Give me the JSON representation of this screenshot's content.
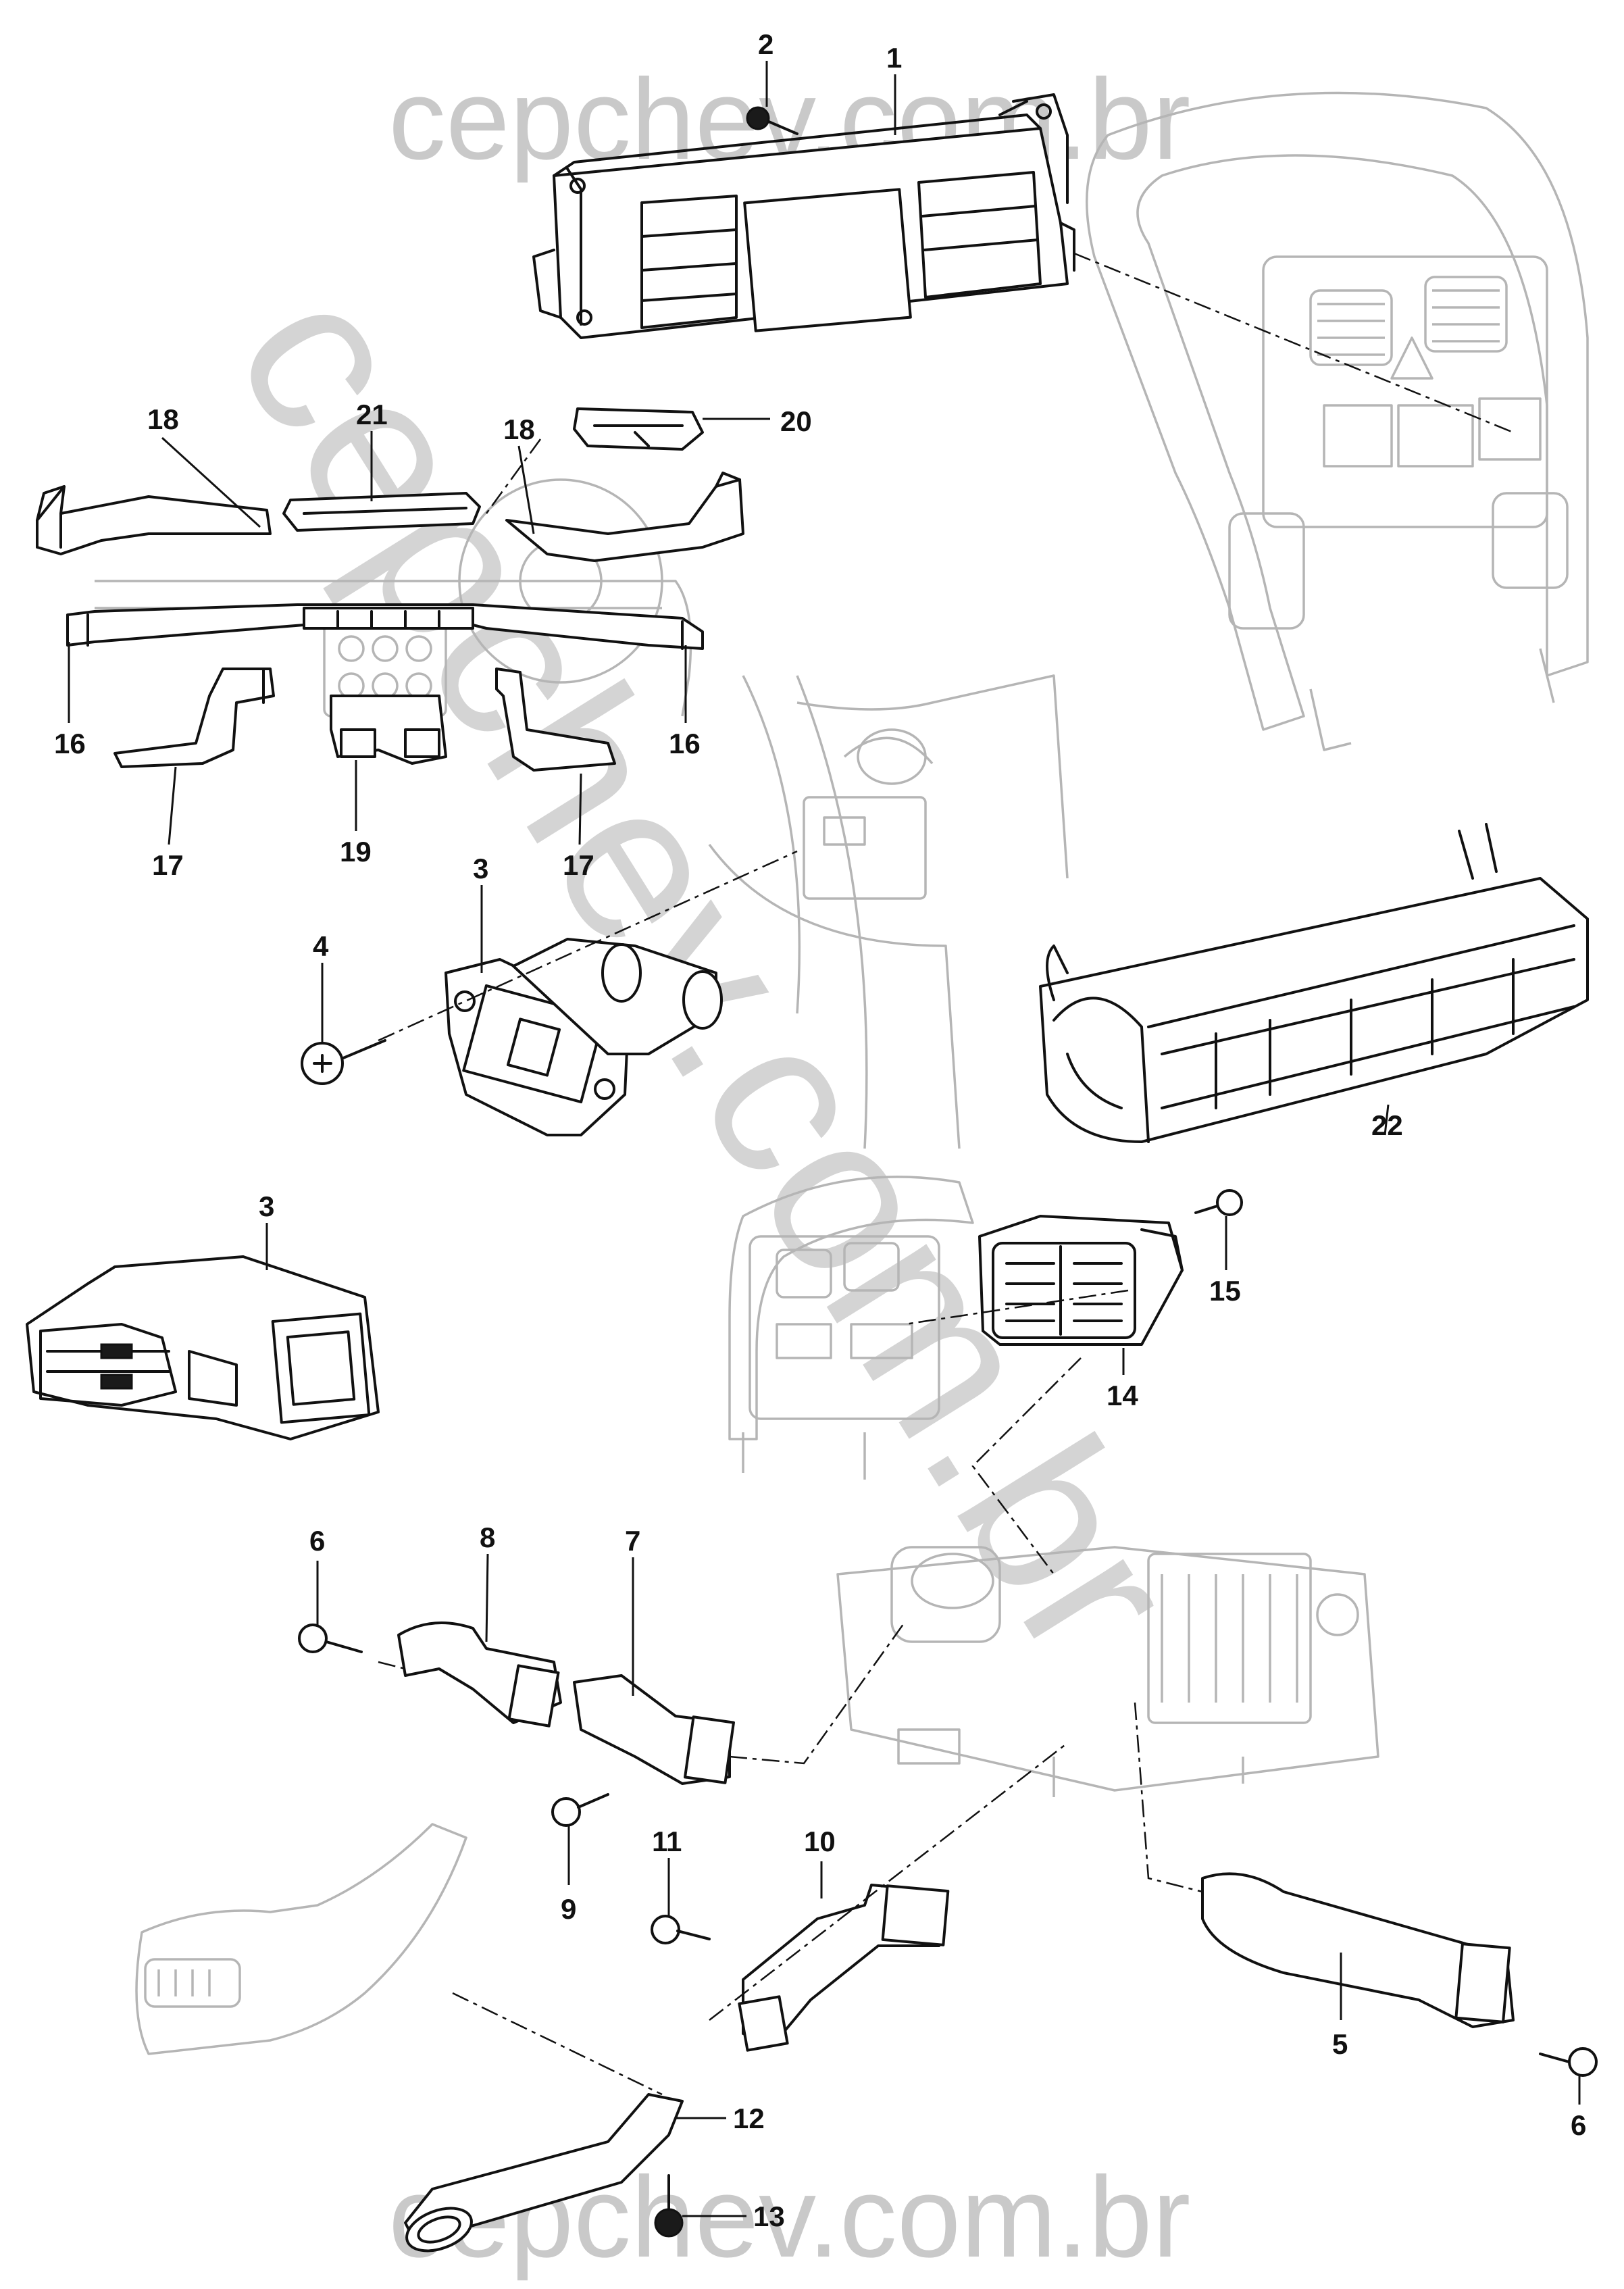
{
  "watermark": {
    "top_text": "cepchev.com.br",
    "diagonal_text": "cepchev.com.br",
    "bottom_text": "cepchev.com.br"
  },
  "callouts": {
    "n1": "1",
    "n2": "2",
    "n3a": "3",
    "n3b": "3",
    "n4": "4",
    "n5": "5",
    "n6a": "6",
    "n6b": "6",
    "n7": "7",
    "n8": "8",
    "n9": "9",
    "n10": "10",
    "n11": "11",
    "n12": "12",
    "n13": "13",
    "n14": "14",
    "n15": "15",
    "n16a": "16",
    "n16b": "16",
    "n17a": "17",
    "n17b": "17",
    "n18a": "18",
    "n18b": "18",
    "n19": "19",
    "n20": "20",
    "n21": "21",
    "n22": "22"
  }
}
